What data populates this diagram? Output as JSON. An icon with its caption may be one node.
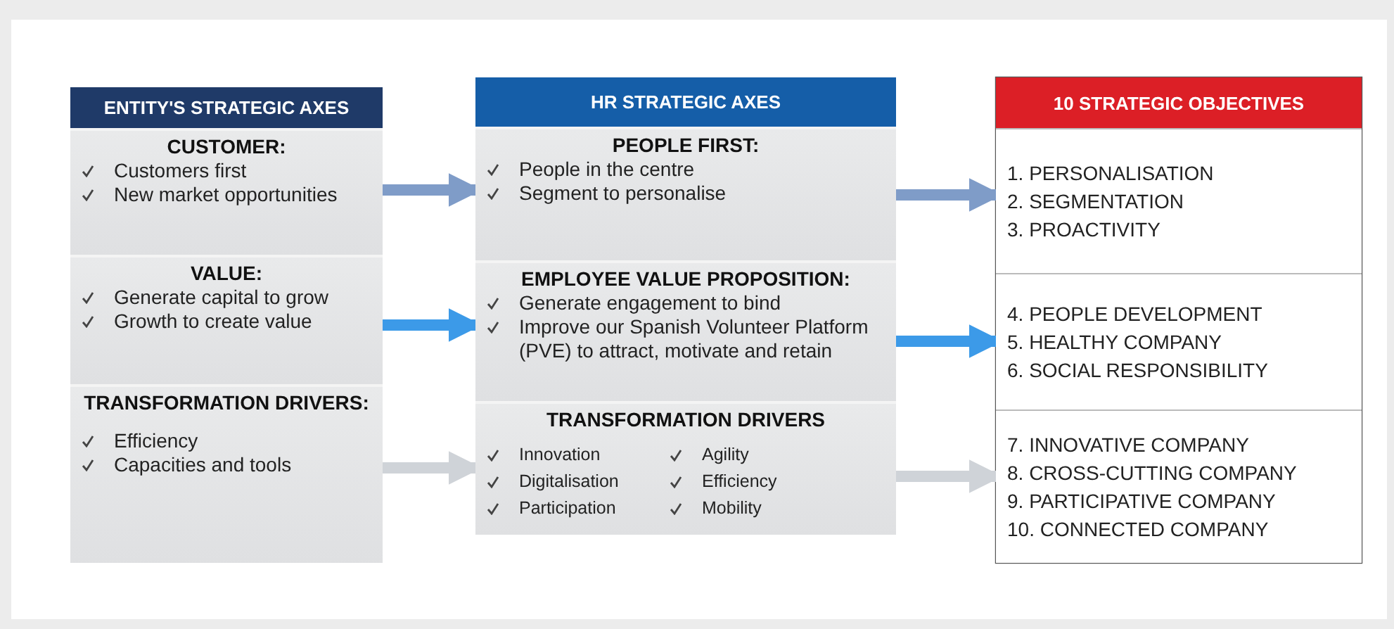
{
  "diagram": {
    "nodes": [
      {
        "text": [
          "ENTITY'S STRATEGIC AXES"
        ]
      },
      {
        "text": [
          "CUSTOMER:",
          "Customers first",
          "New market opportunities"
        ]
      },
      {
        "text": [
          "VALUE:",
          "Generate capital to grow",
          "Growth to create value"
        ]
      },
      {
        "text": [
          "TRANSFORMATION DRIVERS:",
          "Efficiency",
          "Capacities and tools"
        ]
      },
      {
        "text": [
          "HR STRATEGIC AXES"
        ]
      },
      {
        "text": [
          "PEOPLE FIRST:",
          "People in the centre",
          "Segment to personalise"
        ]
      },
      {
        "text": [
          "EMPLOYEE VALUE PROPOSITION:",
          "Generate engagement to bind",
          "Improve our Spanish Volunteer Platform (PVE) to attract, motivate and retain"
        ]
      },
      {
        "text": [
          "TRANSFORMATION DRIVERS",
          "Innovation",
          "Digitalisation",
          "Participation",
          "Agility",
          "Efficiency",
          "Mobility"
        ]
      },
      {
        "text": [
          "10 STRATEGIC OBJECTIVES"
        ]
      },
      {
        "text": [
          "1. PERSONALISATION",
          "2. SEGMENTATION",
          "3. PROACTIVITY"
        ]
      },
      {
        "text": [
          "4. PEOPLE DEVELOPMENT",
          "5. HEALTHY COMPANY",
          "6. SOCIAL RESPONSIBILITY"
        ]
      },
      {
        "text": [
          "7. INNOVATIVE COMPANY",
          "8. CROSS-CUTTING COMPANY",
          "9. PARTICIPATIVE COMPANY",
          "10. CONNECTED COMPANY"
        ]
      }
    ],
    "edges": [
      {
        "from": 1,
        "to": 5,
        "arrow": "to",
        "color": "#7f9cc8"
      },
      {
        "from": 5,
        "to": 9,
        "arrow": "to",
        "color": "#7f9cc8"
      },
      {
        "from": 2,
        "to": 6,
        "arrow": "to",
        "color": "#3c9ae8"
      },
      {
        "from": 6,
        "to": 10,
        "arrow": "to",
        "color": "#3c9ae8"
      },
      {
        "from": 3,
        "to": 7,
        "arrow": "to",
        "color": "#cfd3d8"
      },
      {
        "from": 7,
        "to": 11,
        "arrow": "to",
        "color": "#cfd3d8"
      }
    ]
  }
}
